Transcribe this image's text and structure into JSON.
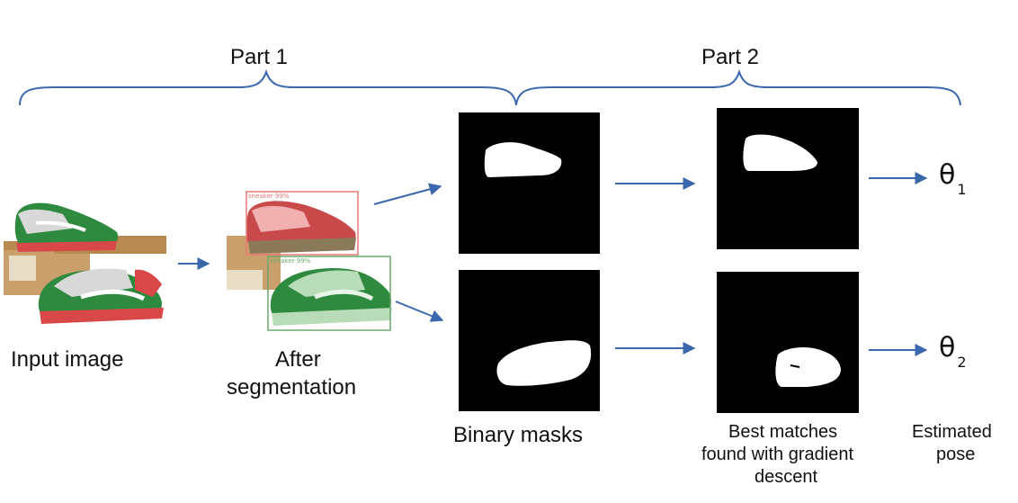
{
  "parts": {
    "part1_label": "Part 1",
    "part2_label": "Part 2"
  },
  "input": {
    "label": "Input image"
  },
  "segmentation": {
    "label_line1": "After",
    "label_line2": "segmentation",
    "detections": [
      {
        "tag": "sneaker 99%",
        "color": "#e87878"
      },
      {
        "tag": "sneaker 99%",
        "color": "#6aa86a"
      }
    ]
  },
  "masks": {
    "label": "Binary masks"
  },
  "matches": {
    "label_line1": "Best matches",
    "label_line2": "found with gradient",
    "label_line3": "descent"
  },
  "pose": {
    "label_line1": "Estimated",
    "label_line2": "pose",
    "theta_symbol": "θ",
    "theta_1_index": "1",
    "theta_2_index": "2"
  },
  "colors": {
    "arrow": "#3b67ad",
    "brace": "#3b67ad",
    "mask_bg": "#000000",
    "mask_fg": "#ffffff"
  }
}
